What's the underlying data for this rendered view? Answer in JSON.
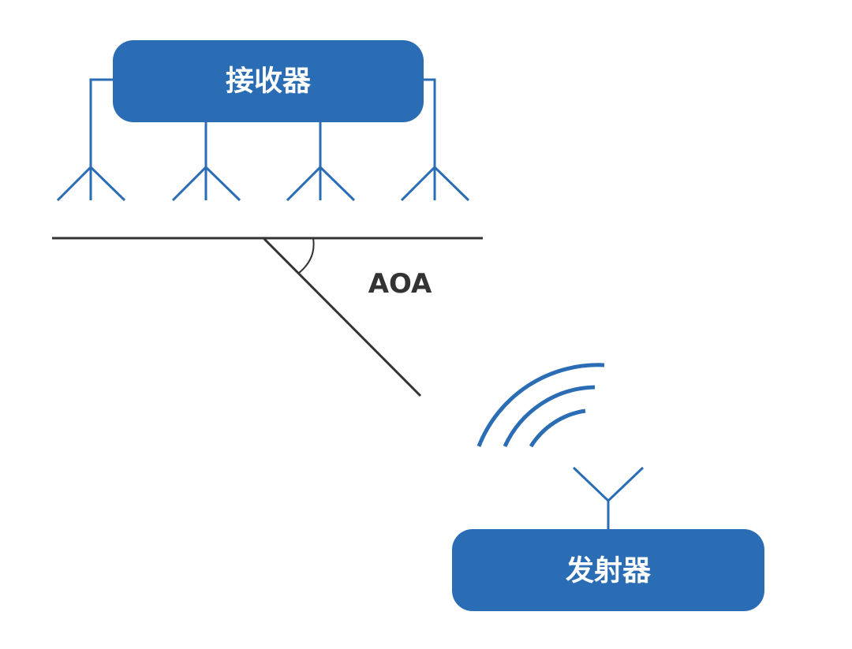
{
  "receiver": {
    "label": "接收器",
    "antenna_count": 4
  },
  "transmitter": {
    "label": "发射器",
    "antenna_count": 1
  },
  "angle": {
    "label": "AOA"
  },
  "signal": {
    "wave_count": 3
  },
  "colors": {
    "box_fill": "#2a6db5",
    "box_text": "#ffffff",
    "antenna": "#2a6db5",
    "baseline": "#333333",
    "label_text": "#333333"
  },
  "icons": {
    "receiver_antennas": "antenna-icon",
    "transmitter_antenna": "antenna-icon",
    "signal": "radio-wave-icon"
  }
}
